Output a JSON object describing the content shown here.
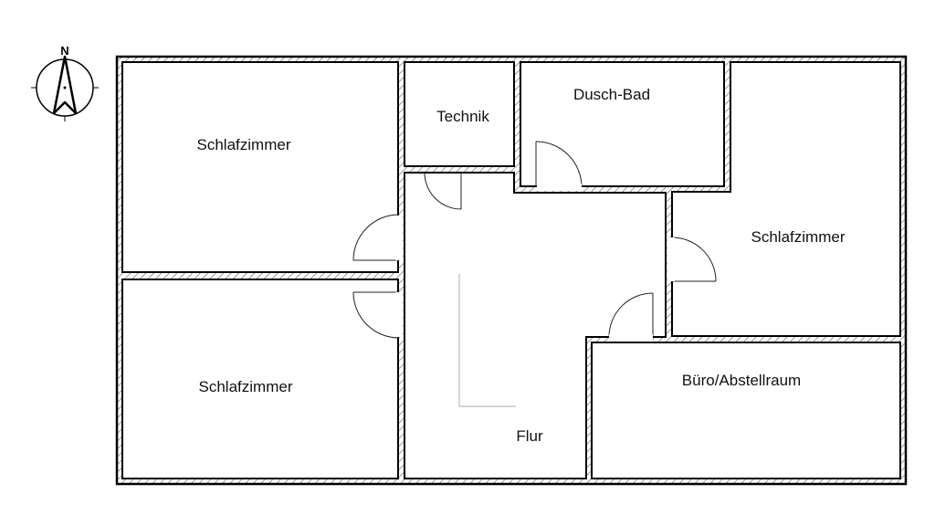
{
  "compass": {
    "label": "N"
  },
  "rooms": {
    "bedroom_top_left": "Schlafzimmer",
    "technik": "Technik",
    "dusch_bad": "Dusch-Bad",
    "bedroom_right": "Schlafzimmer",
    "bedroom_bottom_left": "Schlafzimmer",
    "buero": "Büro/Abstellraum",
    "flur": "Flur"
  }
}
